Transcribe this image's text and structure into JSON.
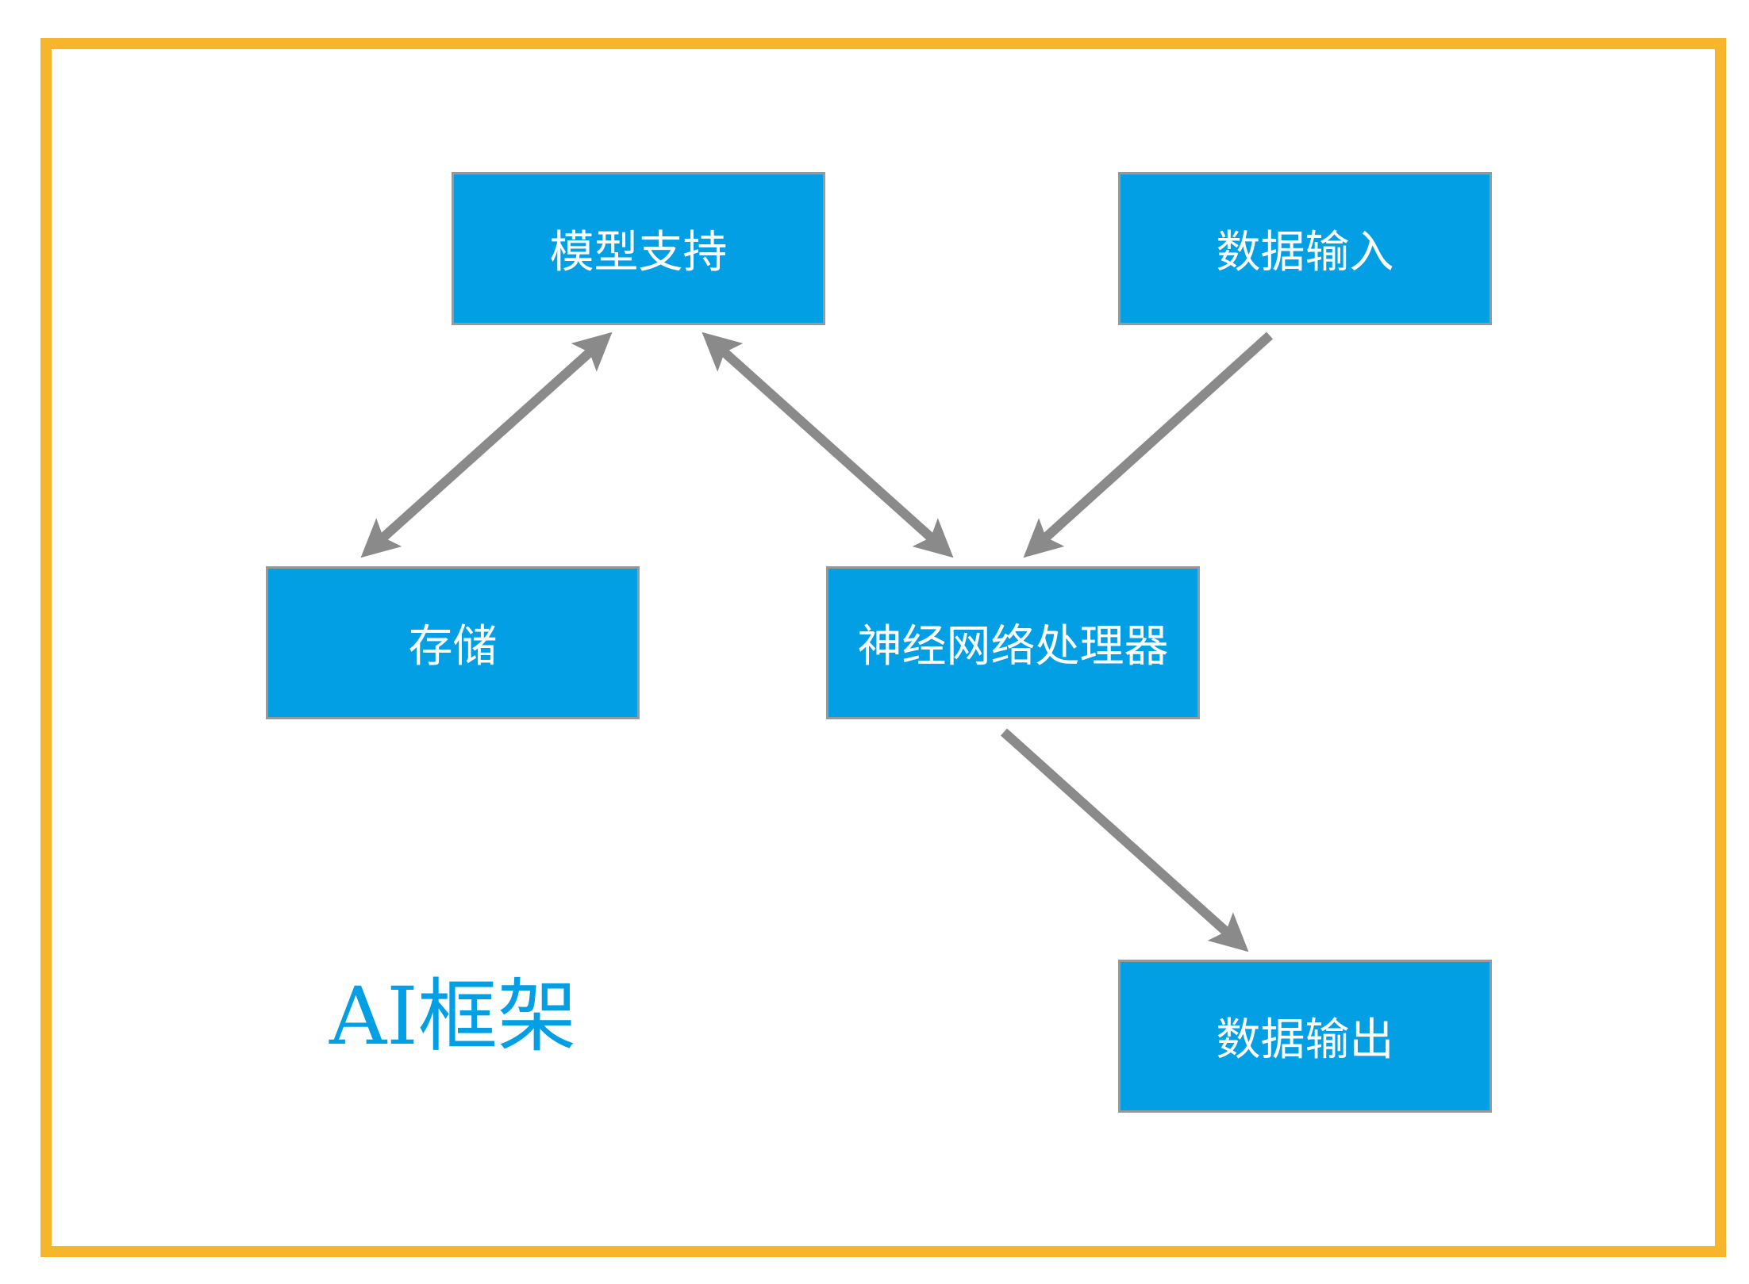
{
  "title": "AI框架",
  "nodes": {
    "model_support": "模型支持",
    "data_input": "数据输入",
    "storage": "存储",
    "npu": "神经网络处理器",
    "data_output": "数据输出"
  },
  "colors": {
    "frame": "#f7b52c",
    "node_fill": "#039fe5",
    "node_border": "#999999",
    "arrow": "#8a8a8a",
    "title": "#039fe5"
  }
}
